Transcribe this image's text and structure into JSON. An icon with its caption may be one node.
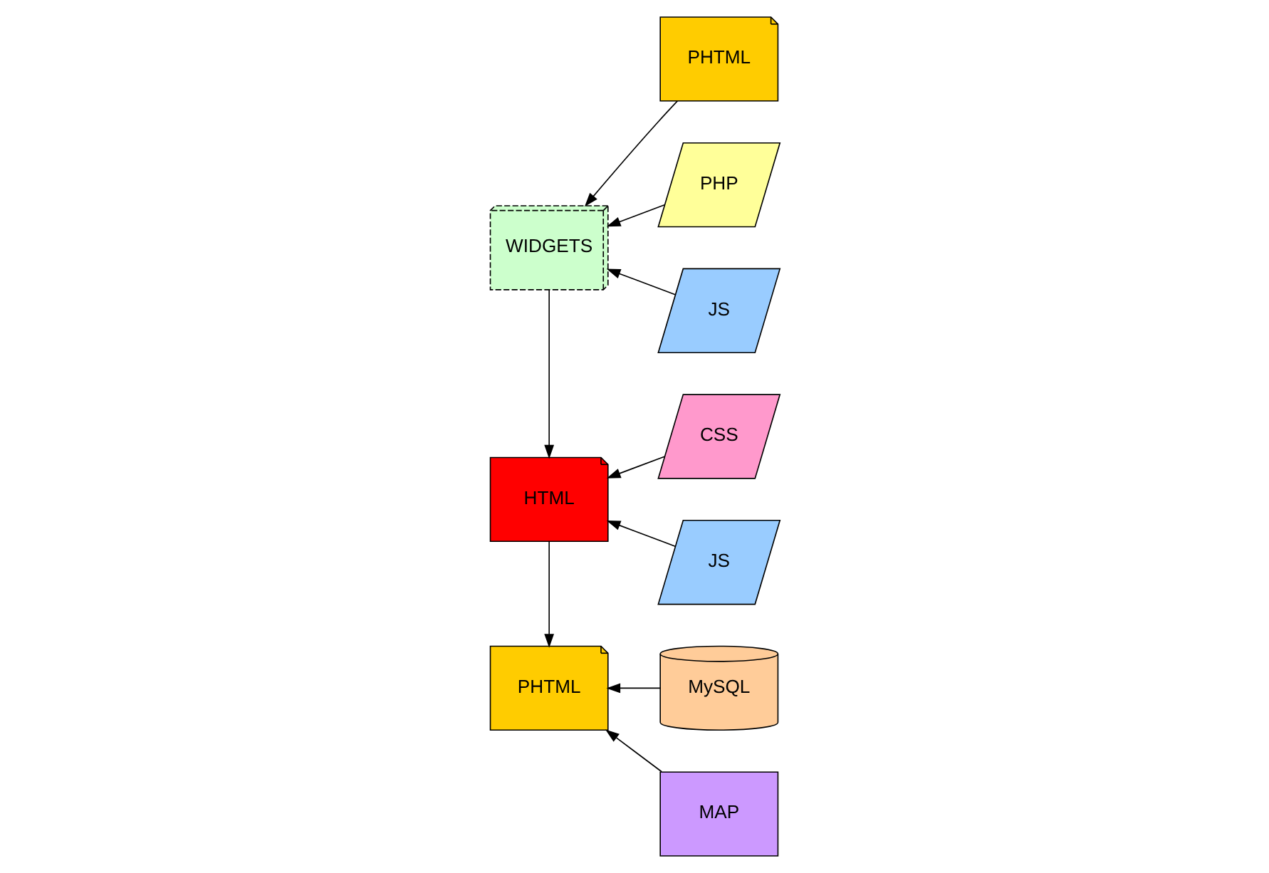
{
  "diagram": {
    "nodes": [
      {
        "text": [
          "PHTML"
        ]
      },
      {
        "text": [
          "MySQL"
        ]
      },
      {
        "text": [
          "MAP"
        ]
      },
      {
        "text": [
          "HTML"
        ]
      },
      {
        "text": [
          "CSS"
        ]
      },
      {
        "text": [
          "JS"
        ]
      },
      {
        "text": [
          "WIDGETS"
        ]
      },
      {
        "text": [
          "PHTML"
        ]
      },
      {
        "text": [
          "PHP"
        ]
      },
      {
        "text": [
          "JS"
        ]
      }
    ],
    "edges": [
      {
        "from": 2,
        "to": 0,
        "arrow": "to"
      },
      {
        "from": 1,
        "to": 0,
        "arrow": "to"
      },
      {
        "from": 3,
        "to": 0,
        "arrow": "to"
      },
      {
        "from": 5,
        "to": 3,
        "arrow": "to"
      },
      {
        "from": 4,
        "to": 3,
        "arrow": "to"
      },
      {
        "from": 6,
        "to": 3,
        "arrow": "to"
      },
      {
        "from": 9,
        "to": 6,
        "arrow": "to"
      },
      {
        "from": 7,
        "to": 6,
        "arrow": "to"
      },
      {
        "from": 8,
        "to": 6,
        "arrow": "to"
      }
    ]
  }
}
